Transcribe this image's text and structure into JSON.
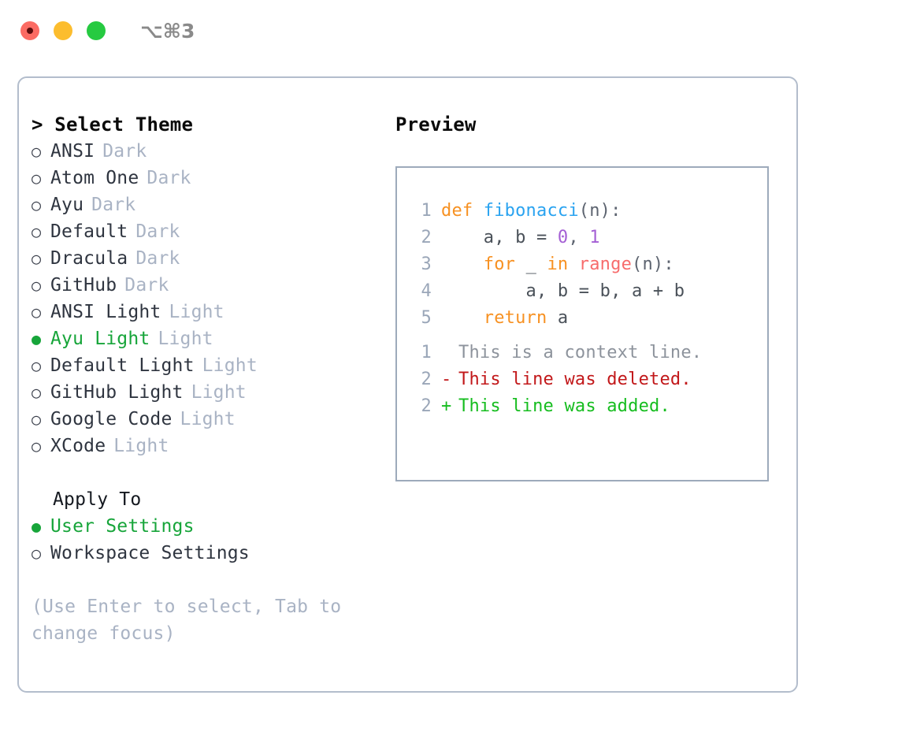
{
  "titlebar": {
    "shortcut": "⌥⌘3",
    "buttons": [
      {
        "name": "close",
        "color": "#fb6b63"
      },
      {
        "name": "minimize",
        "color": "#fcbd2e"
      },
      {
        "name": "maximize",
        "color": "#26ca41"
      }
    ]
  },
  "theme_picker": {
    "header": "> Select Theme",
    "bullet_on": "●",
    "bullet_off": "○",
    "items": [
      {
        "label": "ANSI",
        "tag": "Dark",
        "selected": false
      },
      {
        "label": "Atom One",
        "tag": "Dark",
        "selected": false
      },
      {
        "label": "Ayu",
        "tag": "Dark",
        "selected": false
      },
      {
        "label": "Default",
        "tag": "Dark",
        "selected": false
      },
      {
        "label": "Dracula",
        "tag": "Dark",
        "selected": false
      },
      {
        "label": "GitHub",
        "tag": "Dark",
        "selected": false
      },
      {
        "label": "ANSI Light",
        "tag": "Light",
        "selected": false
      },
      {
        "label": "Ayu Light",
        "tag": "Light",
        "selected": true
      },
      {
        "label": "Default Light",
        "tag": "Light",
        "selected": false
      },
      {
        "label": "GitHub Light",
        "tag": "Light",
        "selected": false
      },
      {
        "label": "Google Code",
        "tag": "Light",
        "selected": false
      },
      {
        "label": "XCode",
        "tag": "Light",
        "selected": false
      }
    ]
  },
  "apply_to": {
    "title": "Apply To",
    "items": [
      {
        "label": "User Settings",
        "selected": true
      },
      {
        "label": "Workspace Settings",
        "selected": false
      }
    ]
  },
  "hint": "(Use Enter to select, Tab to change focus)",
  "preview": {
    "title": "Preview",
    "code_lines": [
      {
        "number": "1",
        "tokens": [
          {
            "text": "def ",
            "cls": "kw"
          },
          {
            "text": "fibonacci",
            "cls": "fn"
          },
          {
            "text": "(n):",
            "cls": "pl"
          }
        ]
      },
      {
        "number": "2",
        "tokens": [
          {
            "text": "    a, b = ",
            "cls": "var"
          },
          {
            "text": "0",
            "cls": "num"
          },
          {
            "text": ", ",
            "cls": "pl"
          },
          {
            "text": "1",
            "cls": "num"
          }
        ]
      },
      {
        "number": "3",
        "tokens": [
          {
            "text": "    for ",
            "cls": "kw"
          },
          {
            "text": "_ ",
            "cls": "var"
          },
          {
            "text": "in ",
            "cls": "kw"
          },
          {
            "text": "range",
            "cls": "bi"
          },
          {
            "text": "(n):",
            "cls": "pl"
          }
        ]
      },
      {
        "number": "4",
        "tokens": [
          {
            "text": "        a, b = b, a + b",
            "cls": "var"
          }
        ]
      },
      {
        "number": "5",
        "tokens": [
          {
            "text": "    return ",
            "cls": "kw"
          },
          {
            "text": "a",
            "cls": "var"
          }
        ]
      }
    ],
    "diff_lines": [
      {
        "number": "1",
        "sign": " ",
        "text": "This is a context line.",
        "cls": "d-ctx"
      },
      {
        "number": "2",
        "sign": "-",
        "text": "This line was deleted.",
        "cls": "d-del"
      },
      {
        "number": "2",
        "sign": "+",
        "text": "This line was added.",
        "cls": "d-add"
      }
    ]
  }
}
